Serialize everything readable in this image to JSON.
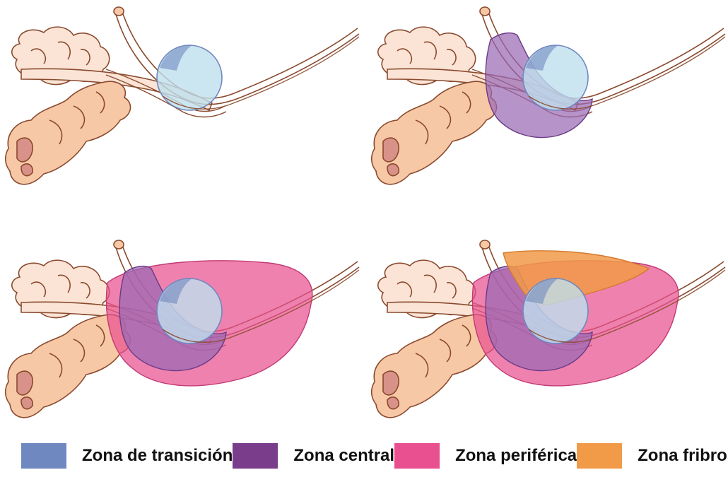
{
  "legend": {
    "items": [
      {
        "label": "Zona de transición",
        "color": "#7088c0"
      },
      {
        "label": "Zona central",
        "color": "#7a3d8c"
      },
      {
        "label": "Zona periférica",
        "color": "#e9508f"
      },
      {
        "label": "Zona fribrosa",
        "color": "#f19a48"
      }
    ]
  },
  "colors": {
    "tissue_fill": "#fbe4d6",
    "tissue_stroke": "#8a4a2e",
    "seminal_vesicle_fill": "#f7c8a6",
    "transition_zone": "#bfe0ee",
    "central_zone": "#9a6ab4",
    "peripheral_zone": "#e9508f",
    "fibromuscular_zone": "#f19a48"
  },
  "panels": [
    {
      "id": "transition",
      "zones": [
        "transition"
      ]
    },
    {
      "id": "central",
      "zones": [
        "transition",
        "central"
      ]
    },
    {
      "id": "peripheral",
      "zones": [
        "transition",
        "central",
        "peripheral"
      ]
    },
    {
      "id": "fibromuscular",
      "zones": [
        "transition",
        "central",
        "peripheral",
        "fibromuscular"
      ]
    }
  ]
}
